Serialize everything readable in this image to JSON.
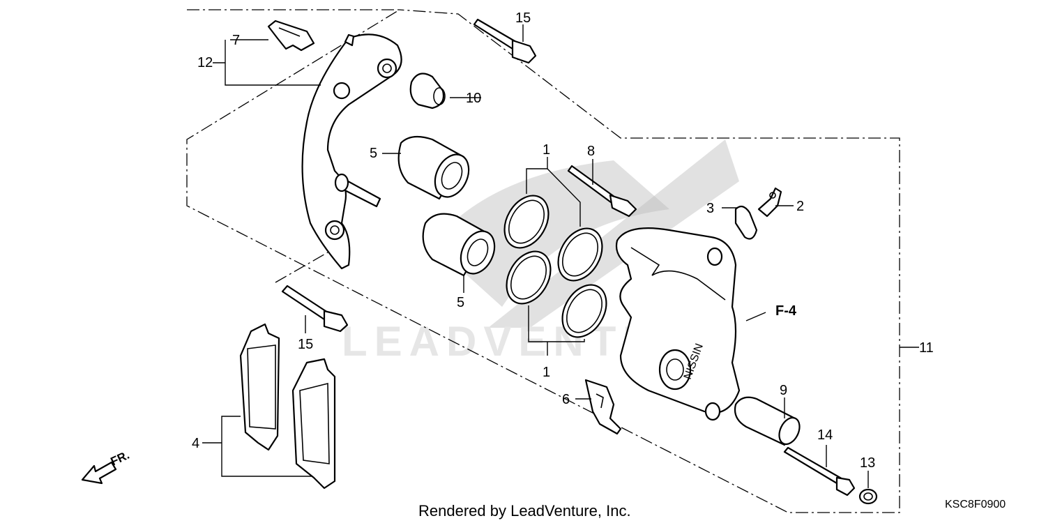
{
  "callouts": {
    "c1_top": "1",
    "c1_bottom": "1",
    "c2": "2",
    "c3": "3",
    "c4": "4",
    "c5_top": "5",
    "c5_bottom": "5",
    "c6": "6",
    "c7": "7",
    "c8": "8",
    "c9": "9",
    "c10": "10",
    "c11": "11",
    "c12": "12",
    "c13": "13",
    "c14": "14",
    "c15_top": "15",
    "c15_bottom": "15"
  },
  "reference": "F-4",
  "direction_label": "FR.",
  "watermark": "LEADVENTURE",
  "footer_text": "Rendered by LeadVenture, Inc.",
  "diagram_code": "KSC8F0900",
  "caliper_mark": "NISSIN"
}
